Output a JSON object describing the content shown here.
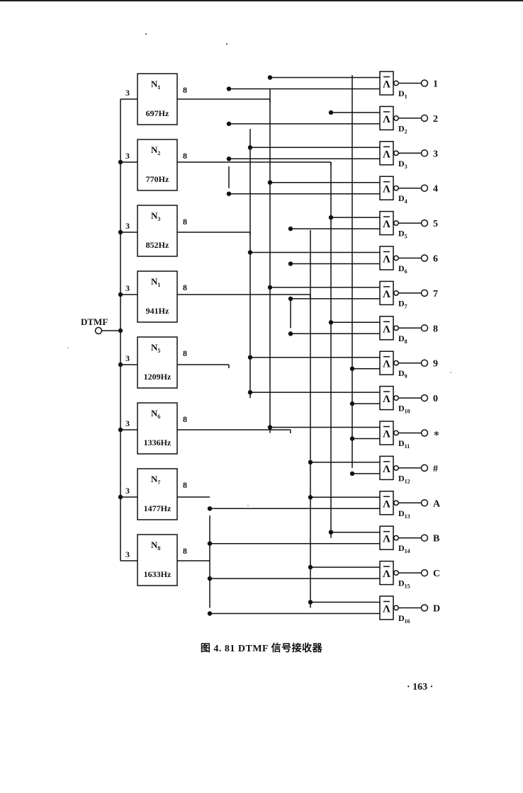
{
  "input_label": "DTMF",
  "filter_input_pin": "3",
  "filter_output_pin": "8",
  "filters": [
    {
      "name": "N",
      "sub": "1",
      "freq": "697Hz"
    },
    {
      "name": "N",
      "sub": "2",
      "freq": "770Hz"
    },
    {
      "name": "N",
      "sub": "3",
      "freq": "852Hz"
    },
    {
      "name": "N",
      "sub": "1",
      "freq": "941Hz"
    },
    {
      "name": "N",
      "sub": "5",
      "freq": "1209Hz"
    },
    {
      "name": "N",
      "sub": "6",
      "freq": "1336Hz"
    },
    {
      "name": "N",
      "sub": "7",
      "freq": "1477Hz"
    },
    {
      "name": "N",
      "sub": "8",
      "freq": "1633Hz"
    }
  ],
  "gate_symbol": "Λ",
  "gates": [
    {
      "name": "D",
      "sub": "1",
      "out": "1"
    },
    {
      "name": "D",
      "sub": "2",
      "out": "2"
    },
    {
      "name": "D",
      "sub": "3",
      "out": "3"
    },
    {
      "name": "D",
      "sub": "4",
      "out": "4"
    },
    {
      "name": "D",
      "sub": "5",
      "out": "5"
    },
    {
      "name": "D",
      "sub": "6",
      "out": "6"
    },
    {
      "name": "D",
      "sub": "7",
      "out": "7"
    },
    {
      "name": "D",
      "sub": "8",
      "out": "8"
    },
    {
      "name": "D",
      "sub": "9",
      "out": "9"
    },
    {
      "name": "D",
      "sub": "10",
      "out": "0"
    },
    {
      "name": "D",
      "sub": "11",
      "out": "∗"
    },
    {
      "name": "D",
      "sub": "12",
      "out": "#"
    },
    {
      "name": "D",
      "sub": "13",
      "out": "A"
    },
    {
      "name": "D",
      "sub": "14",
      "out": "B"
    },
    {
      "name": "D",
      "sub": "15",
      "out": "C"
    },
    {
      "name": "D",
      "sub": "16",
      "out": "D"
    }
  ],
  "caption": "图 4. 81   DTMF 信号接收器",
  "page_number": "· 163 ·"
}
